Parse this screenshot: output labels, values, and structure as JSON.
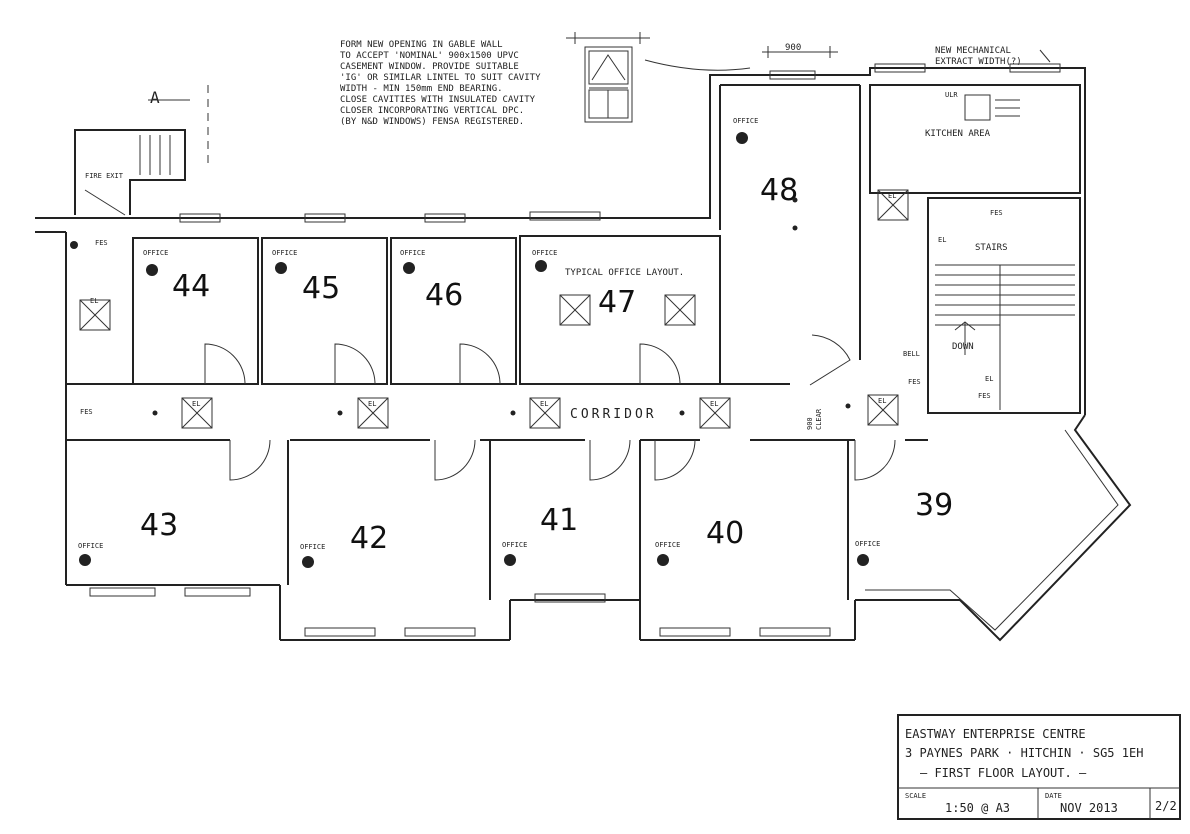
{
  "note": {
    "lines": [
      "FORM NEW OPENING IN GABLE WALL",
      "TO ACCEPT 'NOMINAL' 900x1500 UPVC",
      "CASEMENT WINDOW. PROVIDE SUITABLE",
      "'IG' OR SIMILAR LINTEL TO SUIT CAVITY",
      "WIDTH - MIN 150mm END BEARING.",
      "CLOSE CAVITIES WITH INSULATED CAVITY",
      "CLOSER INCORPORATING VERTICAL DPC.",
      "(BY N&D WINDOWS) FENSA REGISTERED."
    ]
  },
  "dim_900": "900",
  "mech_note": [
    "NEW MECHANICAL",
    "EXTRACT WIDTH(?)"
  ],
  "marker_a": "A",
  "fire_exit": "FIRE EXIT",
  "labels": {
    "office": "OFFICE",
    "el": "EL",
    "fes": "FES",
    "kitchen": "KITCHEN AREA",
    "stairs": "STAIRS",
    "down": "DOWN",
    "corridor": "CORRIDOR",
    "typical": "TYPICAL OFFICE LAYOUT.",
    "bell": "BELL",
    "clear": "CLEAR",
    "clear_dim": "900",
    "ulr": "ULR"
  },
  "rooms": {
    "r39": "39",
    "r40": "40",
    "r41": "41",
    "r42": "42",
    "r43": "43",
    "r44": "44",
    "r45": "45",
    "r46": "46",
    "r47": "47",
    "r48": "48"
  },
  "title_block": {
    "line1": "EASTWAY ENTERPRISE CENTRE",
    "line2": "3 PAYNES PARK · HITCHIN · SG5 1EH",
    "line3": "— FIRST FLOOR LAYOUT. —",
    "scale_label": "SCALE",
    "scale_value": "1:50 @ A3",
    "date_label": "DATE",
    "date_value": "NOV 2013",
    "sheet": "2/2"
  }
}
